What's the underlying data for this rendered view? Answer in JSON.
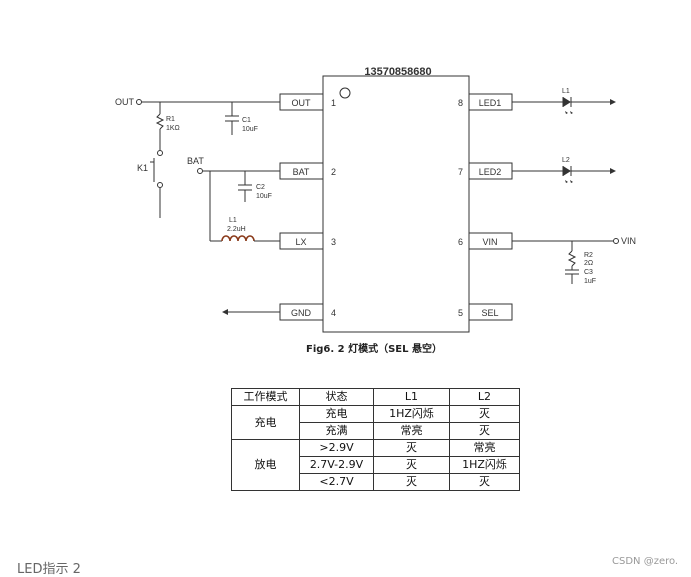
{
  "diagram": {
    "chip_label": "13570858680",
    "caption": "Fig6.    2 灯模式（SEL 悬空）",
    "pins_left": [
      {
        "name": "OUT",
        "num": "1"
      },
      {
        "name": "BAT",
        "num": "2"
      },
      {
        "name": "LX",
        "num": "3"
      },
      {
        "name": "GND",
        "num": "4"
      }
    ],
    "pins_right": [
      {
        "name": "LED1",
        "num": "8"
      },
      {
        "name": "LED2",
        "num": "7"
      },
      {
        "name": "VIN",
        "num": "6"
      },
      {
        "name": "SEL",
        "num": "5"
      }
    ],
    "nets": {
      "out": "OUT",
      "bat": "BAT",
      "vin": "VIN"
    },
    "components": {
      "r1_name": "R1",
      "r1_value": "1KΩ",
      "c1_name": "C1",
      "c1_value": "10uF",
      "k1_name": "K1",
      "c2_name": "C2",
      "c2_value": "10uF",
      "l1_name": "L1",
      "l1_value": "2.2uH",
      "led1_name": "L1",
      "led2_name": "L2",
      "r2_name": "R2",
      "r2_value": "2Ω",
      "c3_name": "C3",
      "c3_value": "1uF"
    }
  },
  "table": {
    "headers": [
      "工作模式",
      "状态",
      "L1",
      "L2"
    ],
    "groups": [
      {
        "mode": "充电",
        "rows": [
          [
            "充电",
            "1HZ闪烁",
            "灭"
          ],
          [
            "充满",
            "常亮",
            "灭"
          ]
        ]
      },
      {
        "mode": "放电",
        "rows": [
          [
            ">2.9V",
            "灭",
            "常亮"
          ],
          [
            "2.7V-2.9V",
            "灭",
            "1HZ闪烁"
          ],
          [
            "<2.7V",
            "灭",
            "灭"
          ]
        ]
      }
    ]
  },
  "footer": {
    "left": "LED指示 2",
    "right": "CSDN @zero."
  }
}
